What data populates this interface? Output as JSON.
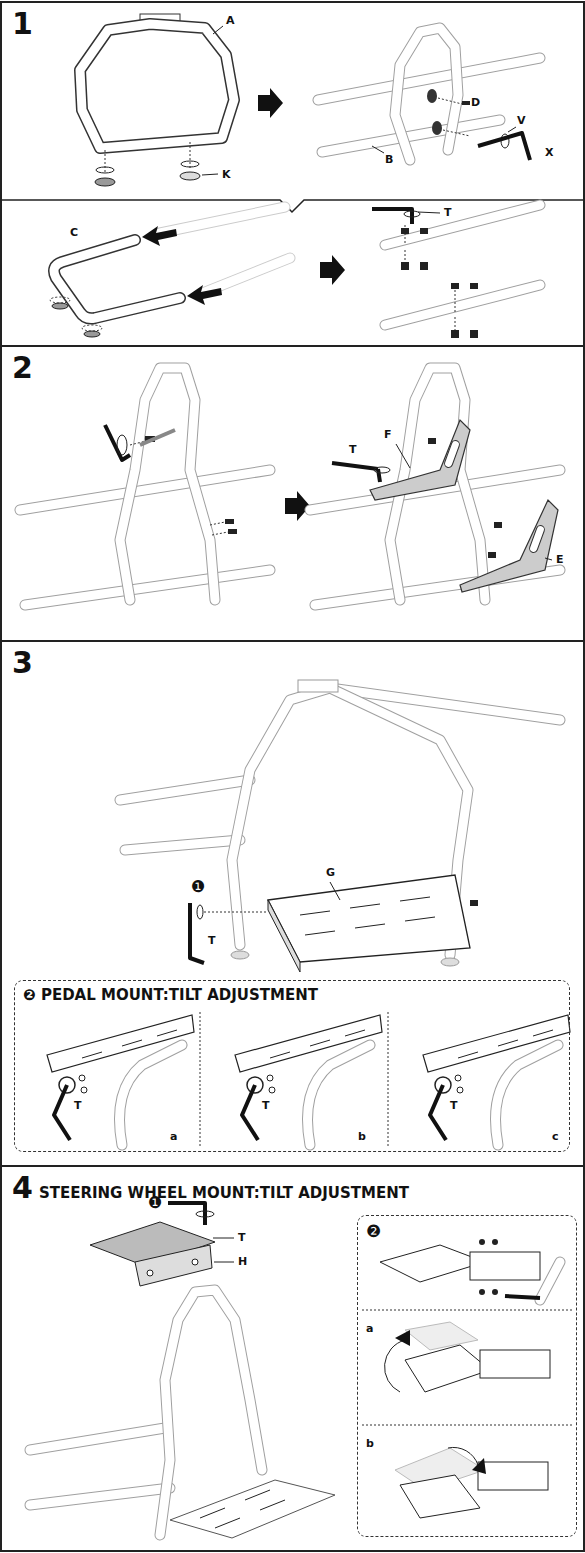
{
  "diagram": {
    "nodes": [
      {
        "text": [
          "1"
        ]
      },
      {
        "text": [
          "2"
        ]
      },
      {
        "text": [
          "3"
        ]
      },
      {
        "text": [
          "❷ PEDAL MOUNT:TILT ADJUSTMENT"
        ],
        "in": 2
      },
      {
        "text": [
          "4",
          "STEERING WHEEL MOUNT:TILT ADJUSTMENT"
        ]
      },
      {
        "text": [
          "❷"
        ],
        "in": 4
      }
    ],
    "labels": [
      "A",
      "K",
      "D",
      "B",
      "V",
      "X",
      "C",
      "T",
      "F",
      "T",
      "E",
      "G",
      "❶",
      "T",
      "T",
      "a",
      "T",
      "b",
      "T",
      "c",
      "❶",
      "T",
      "H",
      "a",
      "b"
    ]
  }
}
